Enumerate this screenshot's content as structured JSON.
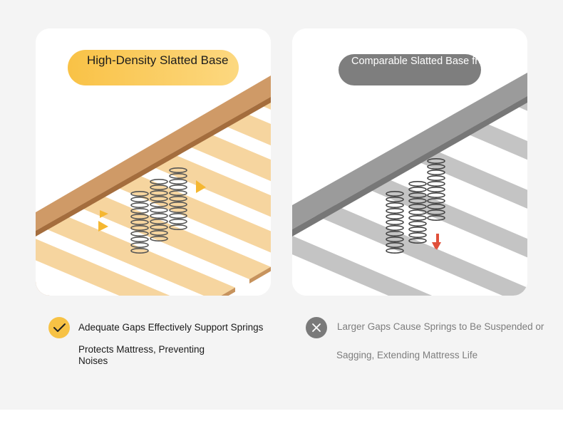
{
  "left_panel": {
    "title": "High-Density Slatted Base",
    "caption_title": "Adequate Gaps Effectively Support Springs",
    "caption_body": "Protects Mattress, Preventing Noises",
    "accent_color": "#f9c246",
    "icon": "checkmark-icon"
  },
  "right_panel": {
    "title": "Comparable Slatted Base from Other Brands",
    "caption_line1": "Larger Gaps Cause Springs to Be Suspended or",
    "caption_line2": "Sagging, Extending Mattress Life",
    "accent_color": "#7e7e7e",
    "icon": "close-icon"
  }
}
